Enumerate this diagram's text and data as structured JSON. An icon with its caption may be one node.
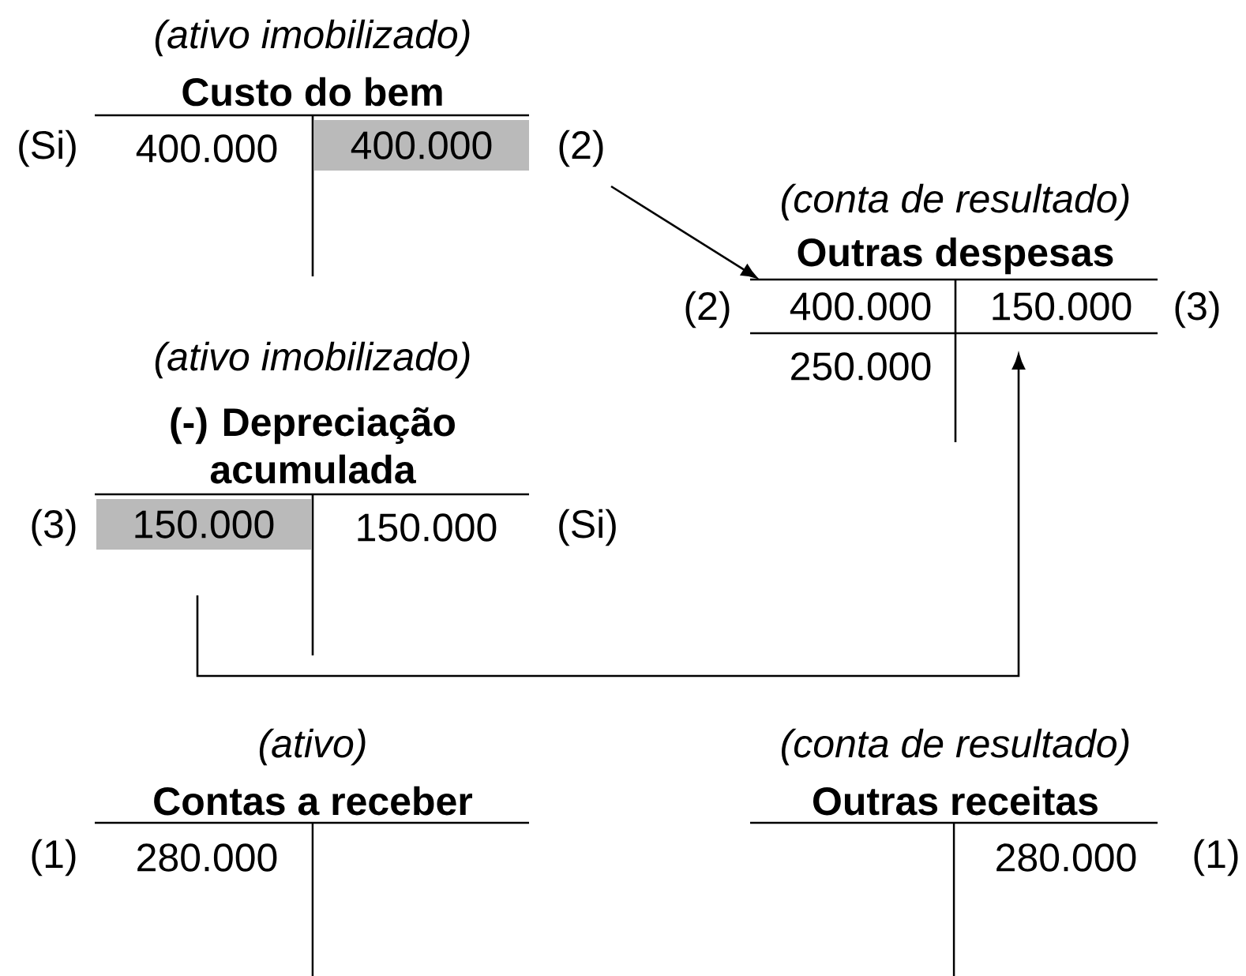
{
  "diagram": {
    "nodes": [
      {
        "text": [
          "400.000"
        ],
        "beside": [
          "(2)"
        ]
      },
      {
        "text": [
          "400.000"
        ],
        "beside": [
          "(2)"
        ]
      },
      {
        "text": [
          "150.000"
        ],
        "beside": [
          "(3)"
        ]
      },
      {
        "text": [
          "150.000"
        ],
        "beside": [
          "(3)"
        ]
      }
    ],
    "edges": [
      {
        "from": 0,
        "to": 1,
        "arrow": "to"
      },
      {
        "from": 3,
        "to": 2,
        "arrow": "to"
      }
    ],
    "labels": [
      "(ativo imobilizado)",
      "Custo do bem",
      "(Si)",
      "400.000",
      "(conta de resultado)",
      "Outras despesas",
      "250.000",
      "(ativo imobilizado)",
      "(-) Depreciação acumulada",
      "150.000",
      "(Si)",
      "(ativo)",
      "Contas a receber",
      "(conta de resultado)",
      "Outras receitas",
      "(1)",
      "280.000",
      "280.000",
      "(1)"
    ]
  }
}
